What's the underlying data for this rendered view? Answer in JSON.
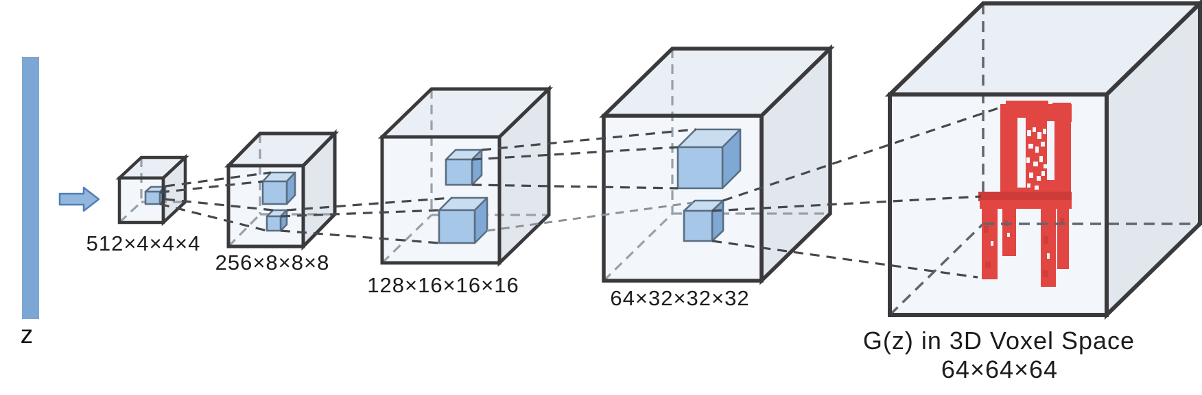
{
  "latent": {
    "label": "z"
  },
  "flow": {
    "arrow_icon": "right-arrow"
  },
  "layers": [
    {
      "label": "512×4×4×4"
    },
    {
      "label": "256×8×8×8"
    },
    {
      "label": "128×16×16×16"
    },
    {
      "label": "64×32×32×32"
    }
  ],
  "output": {
    "label": "G(z) in 3D Voxel Space",
    "dimensions": "64×64×64",
    "object": "chair"
  },
  "colors": {
    "latent_bar": "#7ca6d3",
    "arrow_fill": "#93b7dc",
    "arrow_stroke": "#4d7fb5",
    "feature_cube_fill": "#a7c7e9",
    "voxel_object_red": "#e14642",
    "voxel_object_red_dark": "#ce3b38",
    "cube_outline": "#3a3a3d"
  }
}
